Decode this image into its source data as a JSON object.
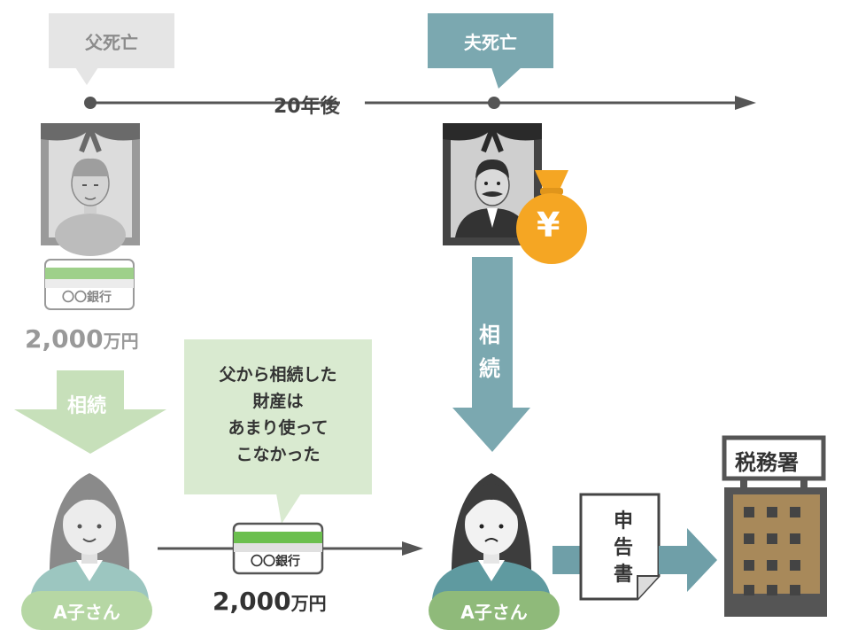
{
  "timeline": {
    "father_death_label": "父死亡",
    "husband_death_label": "夫死亡",
    "gap_label": "20年後"
  },
  "bank_card": {
    "label": "〇〇銀行"
  },
  "father_inheritance": {
    "amount_number": "2,000",
    "amount_unit": "万円",
    "inherit_label": "相続"
  },
  "husband_inheritance": {
    "inherit_label_line1": "相",
    "inherit_label_line2": "続"
  },
  "note": {
    "line1": "父から相続した",
    "line2": "財産は",
    "line3": "あまり使って",
    "line4": "こなかった"
  },
  "transfer": {
    "amount_number": "2,000",
    "amount_unit": "万円"
  },
  "persons": {
    "left_name": "A子さん",
    "right_name": "A子さん"
  },
  "filing": {
    "document_label_chars": [
      "申",
      "告",
      "書"
    ],
    "tax_office_label": "税務署"
  },
  "money_bag": {
    "symbol": "¥"
  },
  "colors": {
    "gray_bubble": "#e5e5e5",
    "teal": "#7ba8b0",
    "green_light": "#c7e0ba",
    "green_dark": "#8fba7a",
    "gold": "#f5a623",
    "building_brown": "#a8895a"
  }
}
